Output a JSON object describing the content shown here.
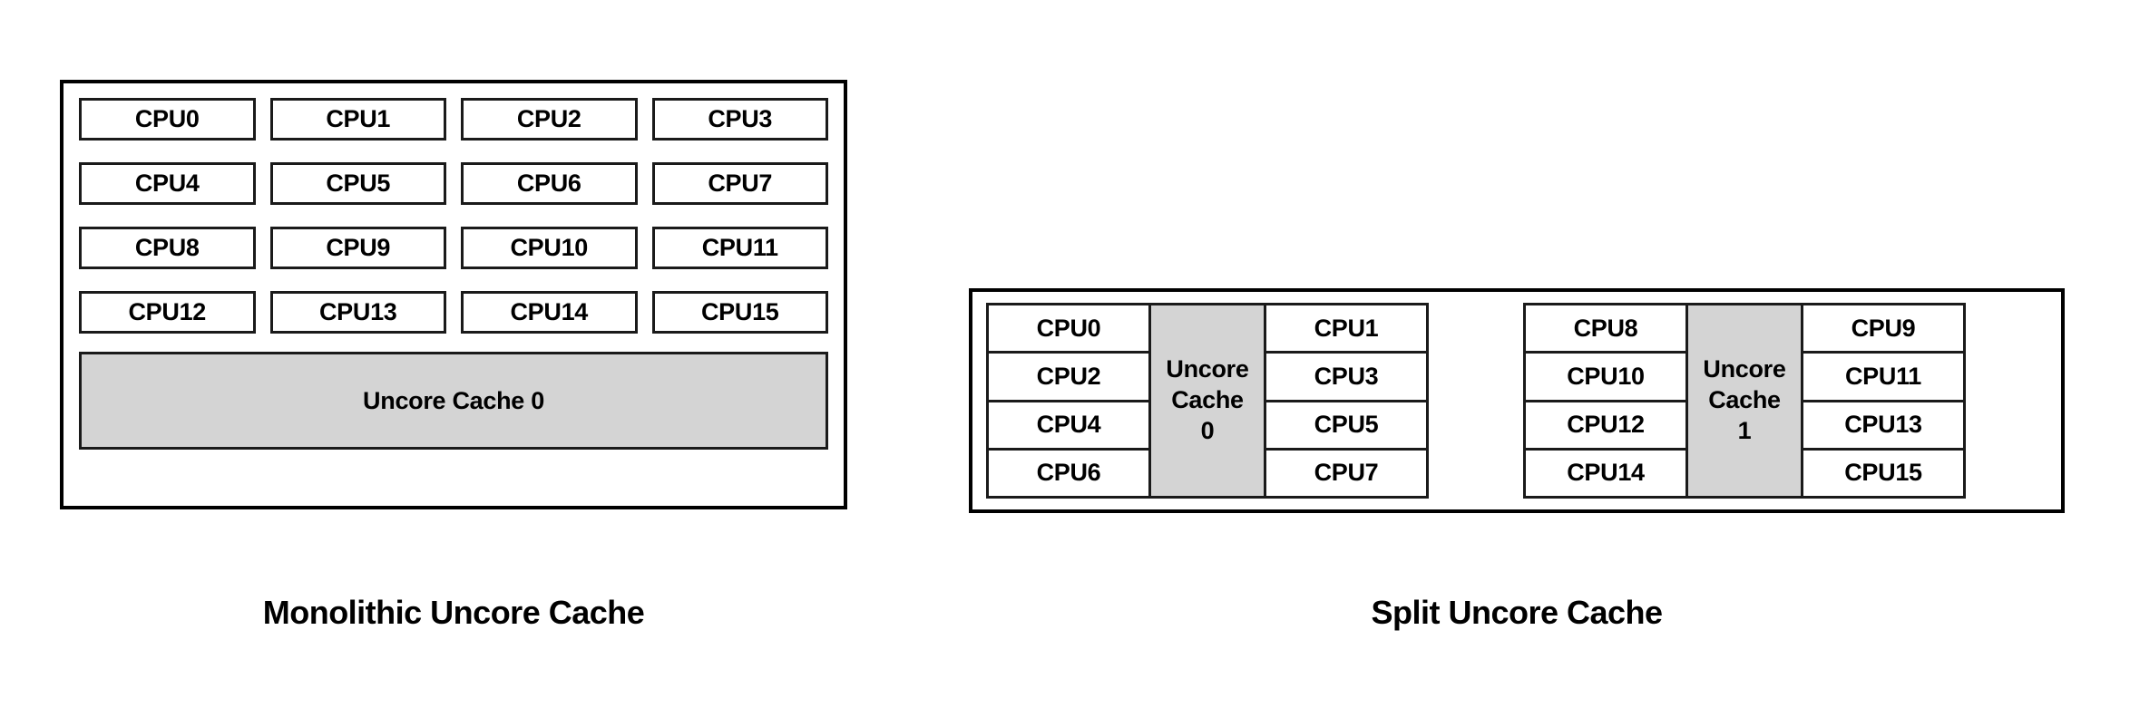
{
  "page": {
    "background_color": "#ffffff",
    "line_color": "#000000",
    "cache_fill_color": "#d4d4d4",
    "cpu_fill_color": "#ffffff"
  },
  "diagrams": [
    {
      "id": "monolithic",
      "caption": "Monolithic Uncore Cache",
      "layout": "grid-4x4-with-single-cache",
      "cpu_rows": [
        [
          "CPU0",
          "CPU1",
          "CPU2",
          "CPU3"
        ],
        [
          "CPU4",
          "CPU5",
          "CPU6",
          "CPU7"
        ],
        [
          "CPU8",
          "CPU9",
          "CPU10",
          "CPU11"
        ],
        [
          "CPU12",
          "CPU13",
          "CPU14",
          "CPU15"
        ]
      ],
      "cache": {
        "label": "Uncore Cache 0"
      }
    },
    {
      "id": "split",
      "caption": "Split Uncore Cache",
      "layout": "two-groups-cpu-cache-cpu",
      "groups": [
        {
          "left_cpus": [
            "CPU0",
            "CPU2",
            "CPU4",
            "CPU6"
          ],
          "cache": {
            "line1": "Uncore",
            "line2": "Cache",
            "line3": "0"
          },
          "right_cpus": [
            "CPU1",
            "CPU3",
            "CPU5",
            "CPU7"
          ]
        },
        {
          "left_cpus": [
            "CPU8",
            "CPU10",
            "CPU12",
            "CPU14"
          ],
          "cache": {
            "line1": "Uncore",
            "line2": "Cache",
            "line3": "1"
          },
          "right_cpus": [
            "CPU9",
            "CPU11",
            "CPU13",
            "CPU15"
          ]
        }
      ]
    }
  ]
}
